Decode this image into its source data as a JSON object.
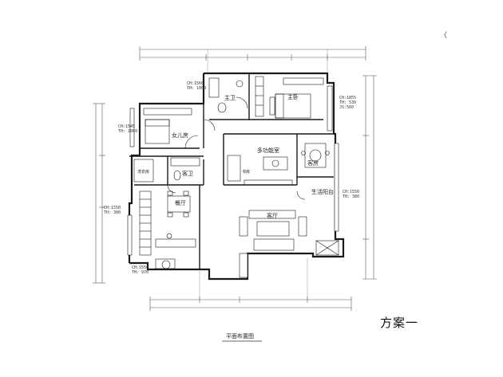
{
  "drawing": {
    "scheme_title": "方案一",
    "caption": "平面布置图",
    "north_mark": "〈"
  },
  "rooms": {
    "master_bath": "主卫",
    "master_bed": "主卧",
    "daughter_room": "女儿房",
    "guest_bath": "客卫",
    "multi_room": "多功能室",
    "guest_room": "客房",
    "dining": "餐厅",
    "living": "客厅",
    "balcony": "生活阳台",
    "study_corner": "书房",
    "washing": "洗衣房"
  },
  "notes": {
    "n1": [
      "CH:1560",
      "TH: 1000"
    ],
    "n2": [
      "CH:1855",
      "TH: 530",
      "JS:560"
    ],
    "n3": [
      "CH:1545",
      "TH: 1060"
    ],
    "n4": [
      "CH:1550",
      "TH: 380"
    ],
    "n5": [
      "CH:1550",
      "TH: 380"
    ],
    "n6": [
      "CH:1550",
      "TH: 970"
    ]
  },
  "colors": {
    "line": "#1a1a1a",
    "dim": "#555555",
    "grid": "#888888"
  }
}
